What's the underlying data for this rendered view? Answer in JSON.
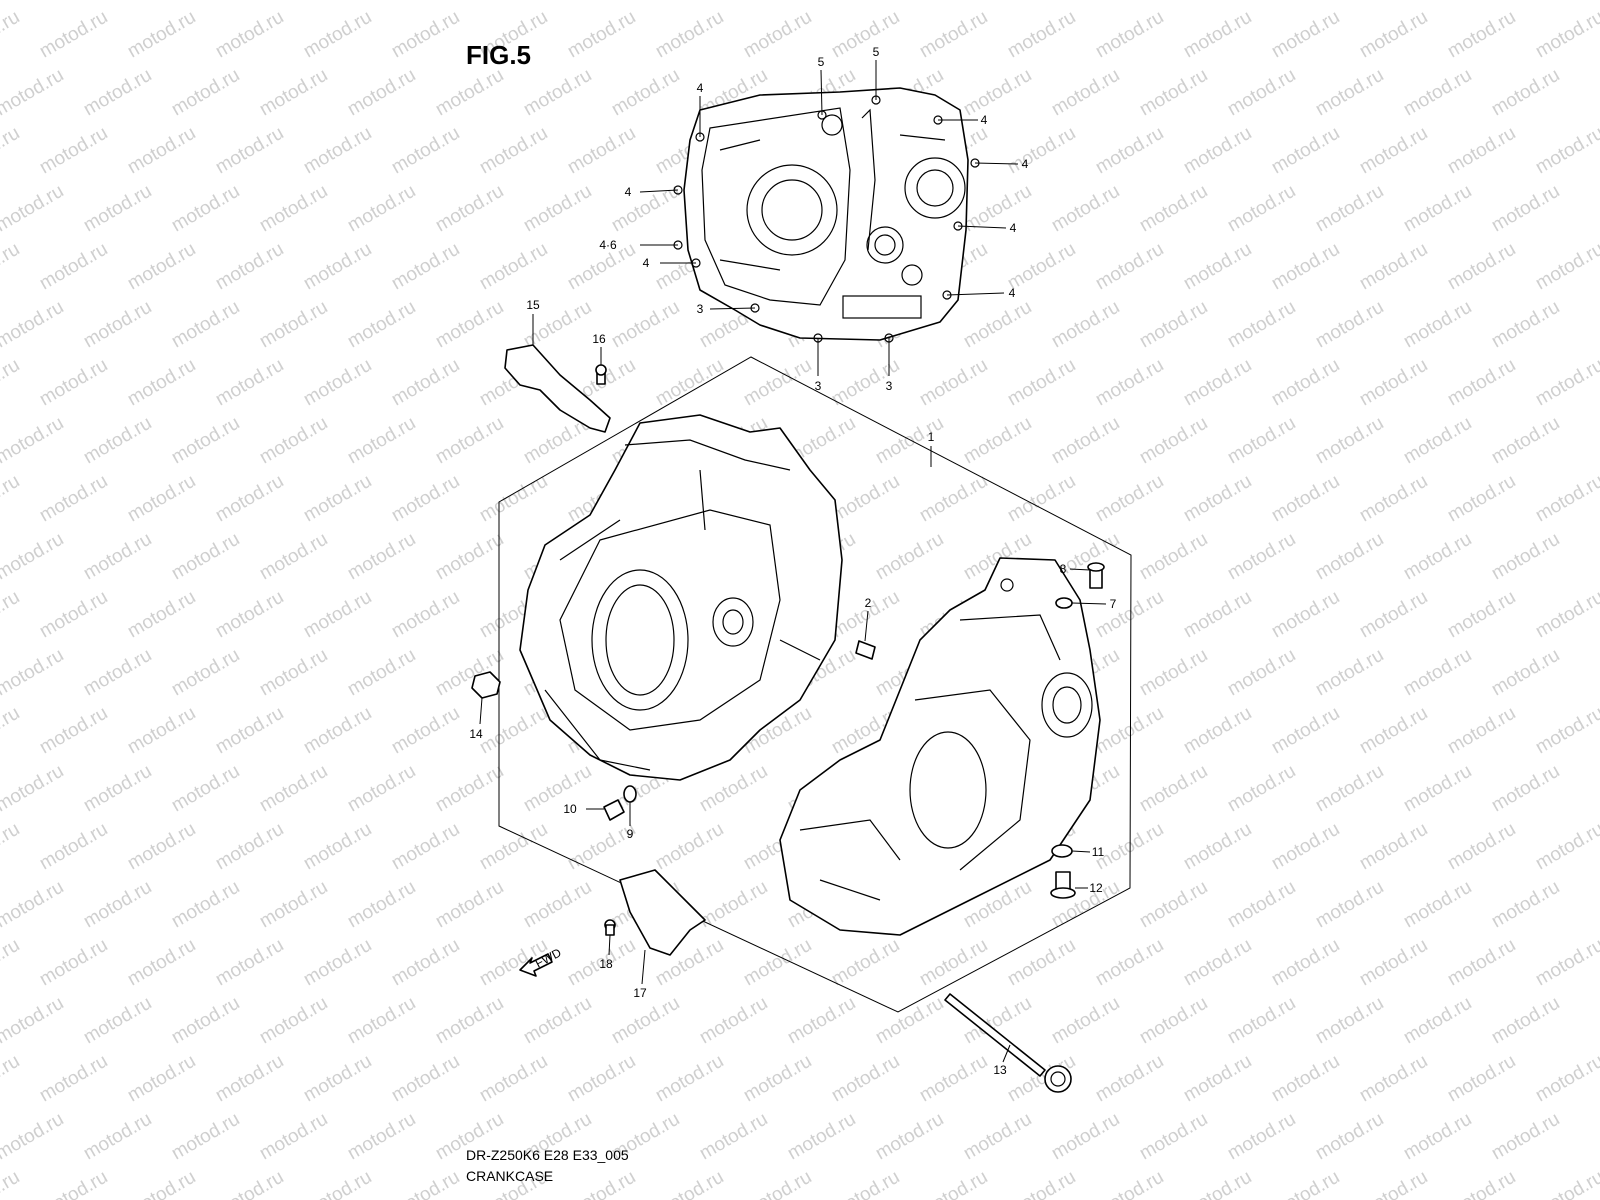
{
  "title": "FIG.5",
  "caption": {
    "code": "DR-Z250K6 E28 E33_005",
    "name": "CRANKCASE"
  },
  "watermark": "motod.ru",
  "callouts": [
    "4",
    "5",
    "5",
    "4",
    "4",
    "4",
    "4",
    "4·6",
    "4",
    "4",
    "3",
    "3",
    "3",
    "3",
    "15",
    "16",
    "1",
    "2",
    "8",
    "7",
    "14",
    "10",
    "9",
    "11",
    "12",
    "18",
    "17",
    "13"
  ],
  "fwd_label": "FWD"
}
